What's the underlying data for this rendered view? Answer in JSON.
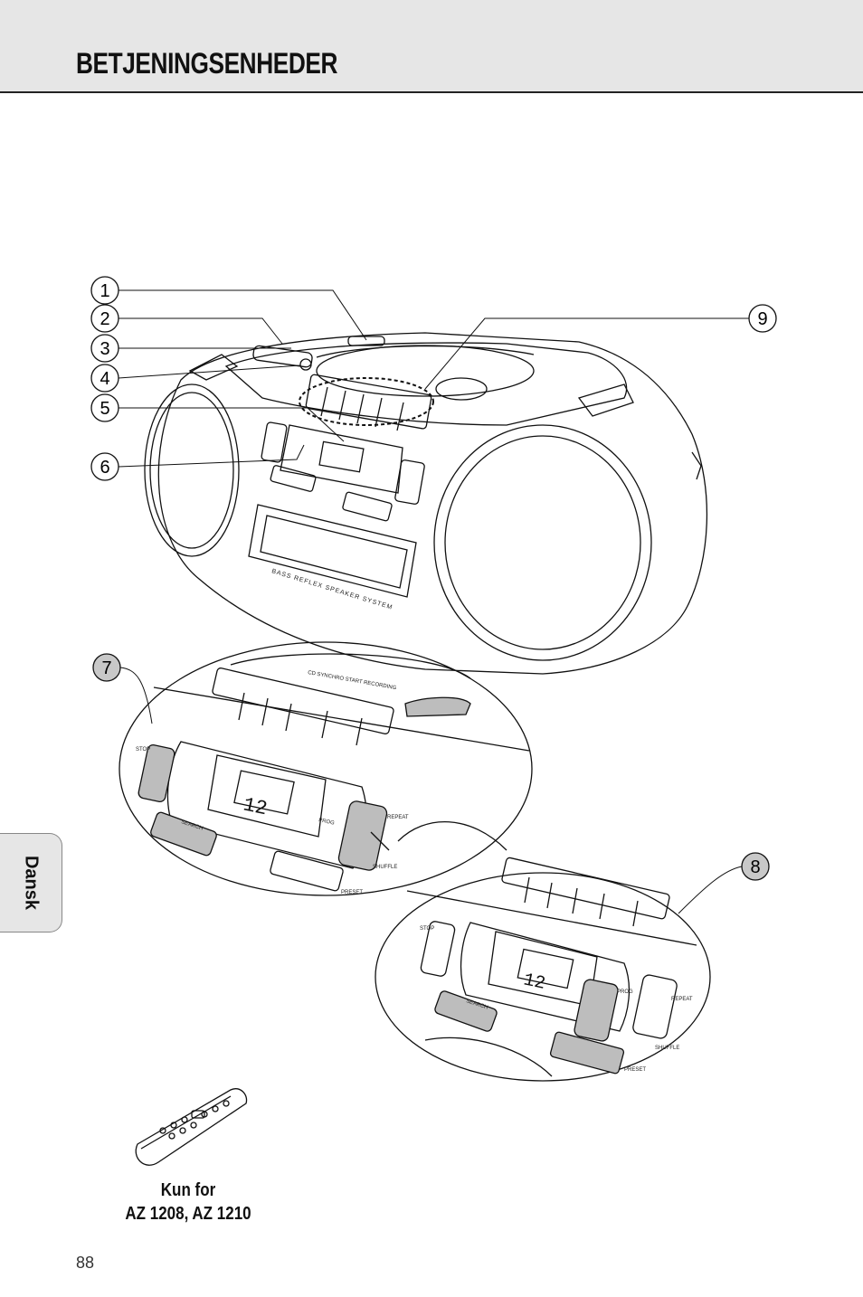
{
  "header": {
    "title": "BETJENINGSENHEDER"
  },
  "side_tab": {
    "label": "Dansk"
  },
  "callouts": [
    "1",
    "2",
    "3",
    "4",
    "5",
    "6",
    "7",
    "8",
    "9"
  ],
  "device_labels": {
    "bass_reflex": "BASS REFLEX SPEAKER SYSTEM",
    "cd_sync": "CD SYNCHRO START RECORDING",
    "stop": "STOP",
    "search": "SEARCH",
    "prog": "PROG",
    "repeat": "REPEAT",
    "shuffle": "SHUFFLE",
    "preset": "PRESET",
    "display": "12"
  },
  "caption": {
    "line1": "Kun for",
    "line2": "AZ 1208, AZ 1210"
  },
  "page_number": "88"
}
